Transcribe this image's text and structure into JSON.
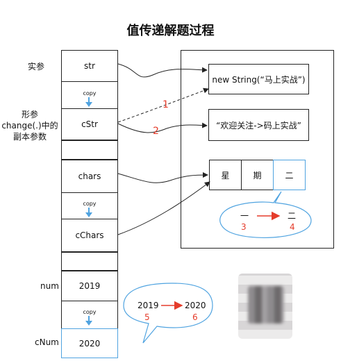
{
  "title": "值传递解题过程",
  "labels": {
    "actual": "实参",
    "formal_line1": "形参",
    "formal_line2": "change(.)中的",
    "formal_line3": "副本参数",
    "num": "num",
    "cnum": "cNum"
  },
  "stack": {
    "str": "str",
    "copy": "copy",
    "cstr": "cStr",
    "chars": "chars",
    "cchars": "cChars",
    "num_value": "2019",
    "cnum_value": "2020"
  },
  "heap": {
    "obj1": "new String(“马上实战”)",
    "obj2": "“欢迎关注->码上实战”",
    "chars": [
      "星",
      "期",
      "二"
    ]
  },
  "arrows": {
    "step1": "1",
    "step2": "2"
  },
  "char_bubble": {
    "from": "一",
    "to": "二",
    "step_from": "3",
    "step_to": "4"
  },
  "num_bubble": {
    "from": "2019",
    "to": "2020",
    "step_from": "5",
    "step_to": "6"
  },
  "colors": {
    "accent_blue": "#4fa3e0",
    "accent_red": "#e53c2b"
  }
}
